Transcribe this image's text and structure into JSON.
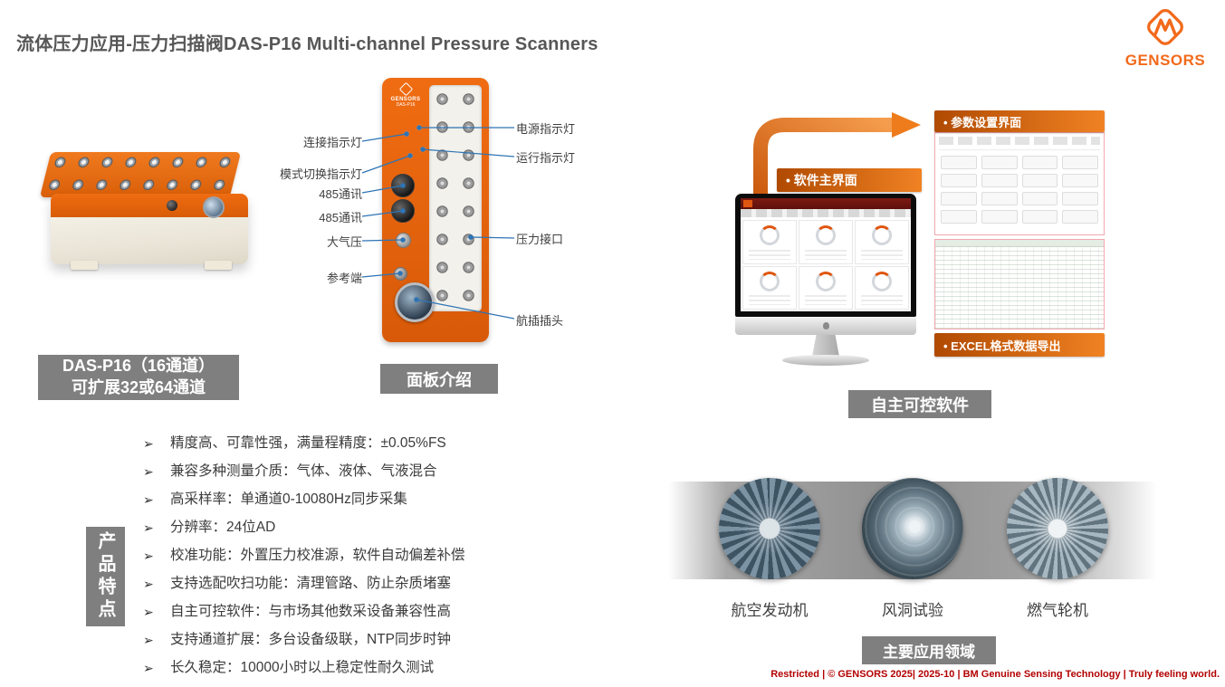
{
  "meta": {
    "title": "流体压力应用-压力扫描阀DAS-P16 Multi-channel Pressure Scanners",
    "footer": "Restricted | © GENSORS 2025| 2025-10 | BM Genuine Sensing Technology | Truly feeling world.",
    "colors": {
      "brand_orange": "#F26A1B",
      "panel_orange": "#E8610E",
      "caption_gray": "#7F7F7F",
      "callout_blue": "#2E74B5",
      "footer_red": "#B30000",
      "title_gray": "#575757"
    }
  },
  "logo": {
    "brand": "GENSORS"
  },
  "device_photo": {
    "caption_line1": "DAS-P16（16通道）",
    "caption_line2": "可扩展32或64通道"
  },
  "panel": {
    "caption": "面板介绍",
    "brand": "GENSORS",
    "model": "DAS-P16",
    "left_labels": [
      "连接指示灯",
      "模式切换指示灯",
      "485通讯",
      "485通讯",
      "大气压",
      "参考端"
    ],
    "right_labels": [
      "电源指示灯",
      "运行指示灯",
      "压力接口",
      "航插插头"
    ]
  },
  "software": {
    "caption": "自主可控软件",
    "main_ui_label": "• 软件主界面",
    "params_label": "• 参数设置界面",
    "excel_label": "• EXCEL格式数据导出"
  },
  "features": {
    "side_label": "产品特点",
    "bullet": "➢",
    "items": [
      "精度高、可靠性强，满量程精度：±0.05%FS",
      "兼容多种测量介质：气体、液体、气液混合",
      "高采样率：单通道0-10080Hz同步采集",
      "分辨率：24位AD",
      "校准功能：外置压力校准源，软件自动偏差补偿",
      "支持选配吹扫功能：清理管路、防止杂质堵塞",
      "自主可控软件：与市场其他数采设备兼容性高",
      "支持通道扩展：多台设备级联，NTP同步时钟",
      "长久稳定：10000小时以上稳定性耐久测试"
    ]
  },
  "applications": {
    "caption": "主要应用领域",
    "items": [
      "航空发动机",
      "风洞试验",
      "燃气轮机"
    ]
  }
}
